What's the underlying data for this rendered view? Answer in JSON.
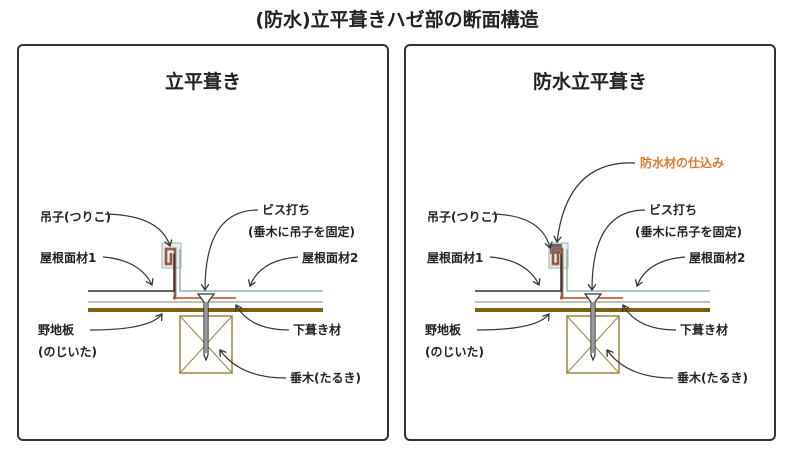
{
  "title": "(防水)立平葺きハゼ部の断面構造",
  "panels": [
    {
      "heading": "立平葺き",
      "labels": {
        "hanger": "吊子(つりこ)",
        "roof1": "屋根面材1",
        "screw": "ビス打ち",
        "screw_note": "(垂木に吊子を固定)",
        "roof2": "屋根面材2",
        "underlay": "下葺き材",
        "sheathing": "野地板",
        "sheathing_reading": "(のじいた)",
        "rafter": "垂木(たるき)"
      }
    },
    {
      "heading": "防水立平葺き",
      "waterproof_label": "防水材の仕込み",
      "labels": {
        "hanger": "吊子(つりこ)",
        "roof1": "屋根面材1",
        "screw": "ビス打ち",
        "screw_note": "(垂木に吊子を固定)",
        "roof2": "屋根面材2",
        "underlay": "下葺き材",
        "sheathing": "野地板",
        "sheathing_reading": "(のじいた)",
        "rafter": "垂木(たるき)"
      }
    }
  ],
  "colors": {
    "accent": "#e07a2e",
    "board": "#7a5f14",
    "rafter": "#9c8540",
    "roof2": "#8fb5ad",
    "hanger": "#c8795a",
    "waterproof": "#666666"
  }
}
